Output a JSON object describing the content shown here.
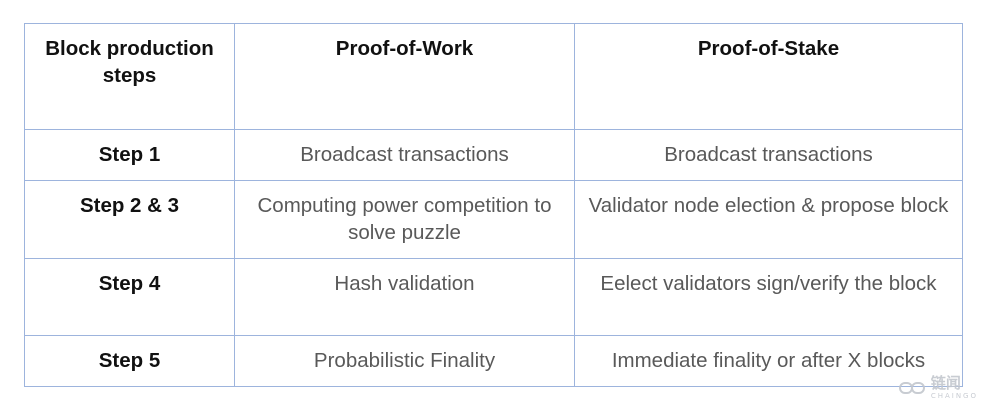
{
  "table": {
    "headers": [
      "Block production steps",
      "Proof-of-Work",
      "Proof-of-Stake"
    ],
    "rows": [
      {
        "step": "Step 1",
        "pow": "Broadcast transactions",
        "pos": "Broadcast transactions"
      },
      {
        "step": "Step 2 & 3",
        "pow": "Computing power competition to solve puzzle",
        "pos": "Validator node election & propose block"
      },
      {
        "step": "Step 4",
        "pow": "Hash validation",
        "pos": "Eelect validators sign/verify the block"
      },
      {
        "step": "Step 5",
        "pow": "Probabilistic Finality",
        "pos": "Immediate finality or after X blocks"
      }
    ]
  },
  "watermark": {
    "main": "链闻",
    "sub": "CHAINGO"
  },
  "colors": {
    "border": "#9db4dd",
    "header_text": "#111111",
    "body_text": "#595959",
    "watermark": "#c3c7ce"
  }
}
